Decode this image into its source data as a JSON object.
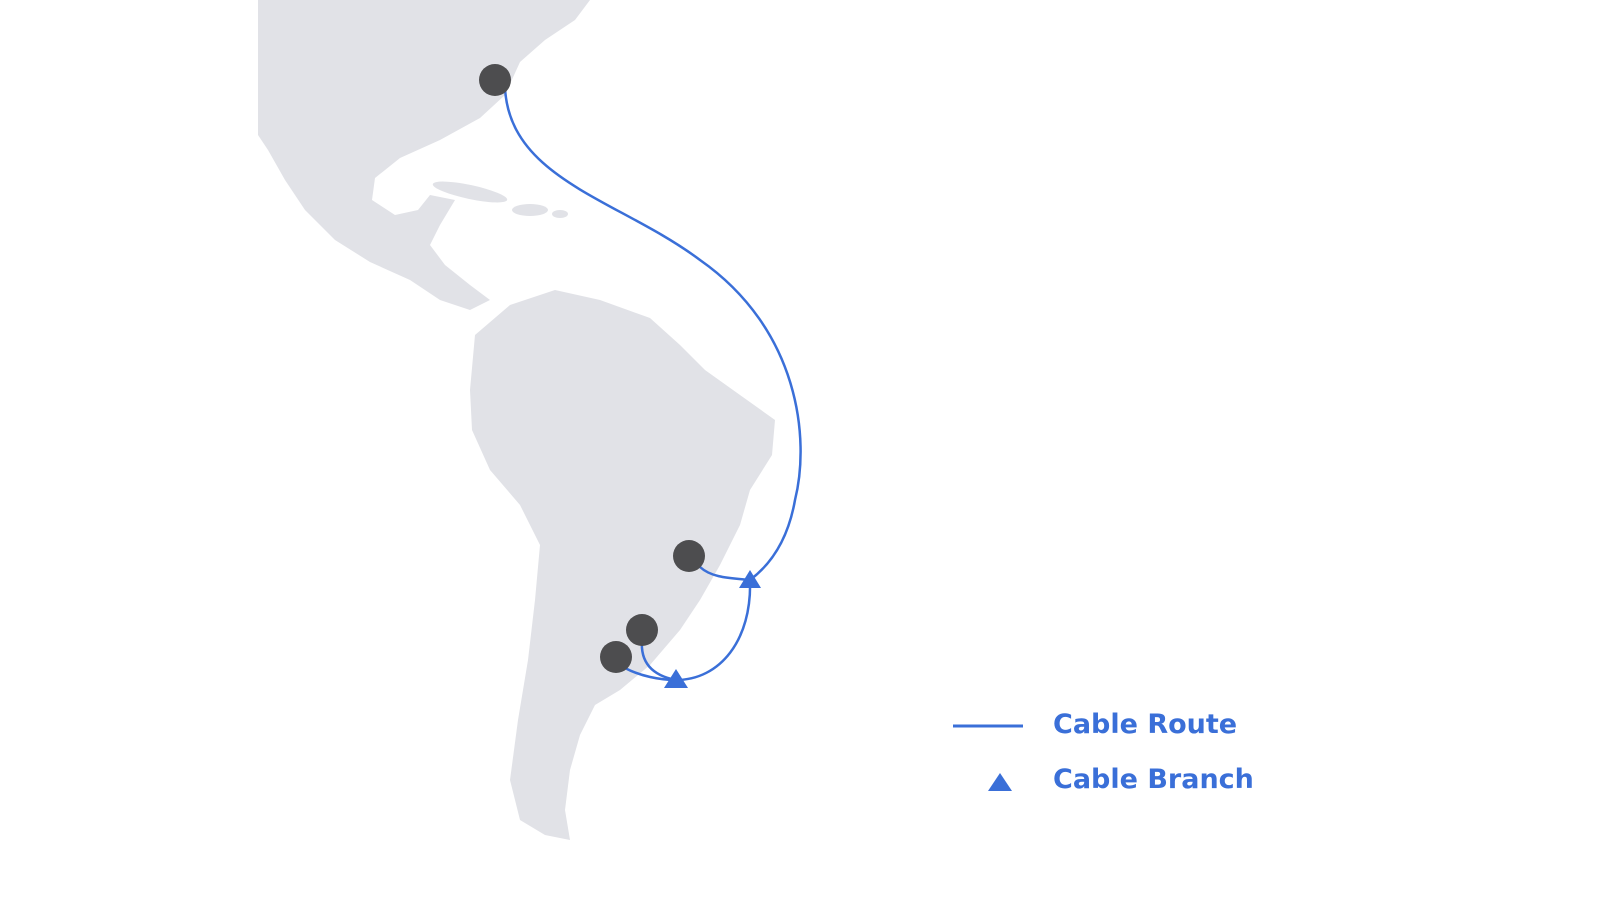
{
  "map": {
    "land_color": "#e1e2e7",
    "cable_color": "#3a6fd8",
    "landing_color": "#4d4d4f",
    "landings": [
      "north-america-landing",
      "brazil-landing",
      "uruguay-landing",
      "argentina-landing"
    ],
    "branches": [
      "branch-brazil",
      "branch-rio-de-la-plata"
    ]
  },
  "legend": {
    "route_label": "Cable Route",
    "branch_label": "Cable Branch"
  }
}
